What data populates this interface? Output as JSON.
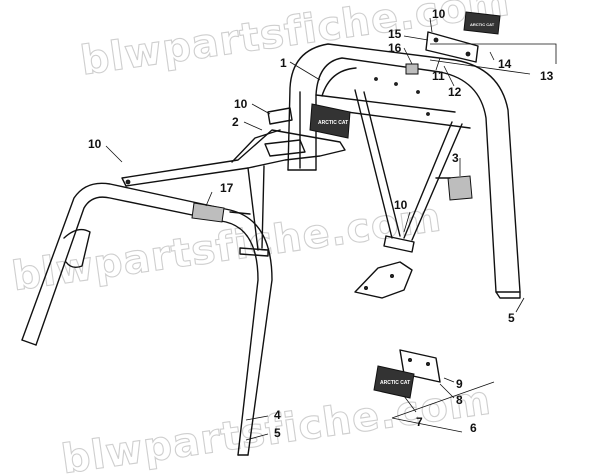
{
  "watermark": {
    "text": "blwpartsfiche.com"
  },
  "callouts": {
    "c1": "1",
    "c2": "2",
    "c3": "3",
    "c4": "4",
    "c5a": "5",
    "c5b": "5",
    "c6": "6",
    "c7": "7",
    "c8": "8",
    "c9": "9",
    "c10a": "10",
    "c10b": "10",
    "c10c": "10",
    "c10d": "10",
    "c11": "11",
    "c12": "12",
    "c13": "13",
    "c14": "14",
    "c15": "15",
    "c16": "16",
    "c17": "17"
  },
  "lamp_text": "ARCTIC CAT"
}
